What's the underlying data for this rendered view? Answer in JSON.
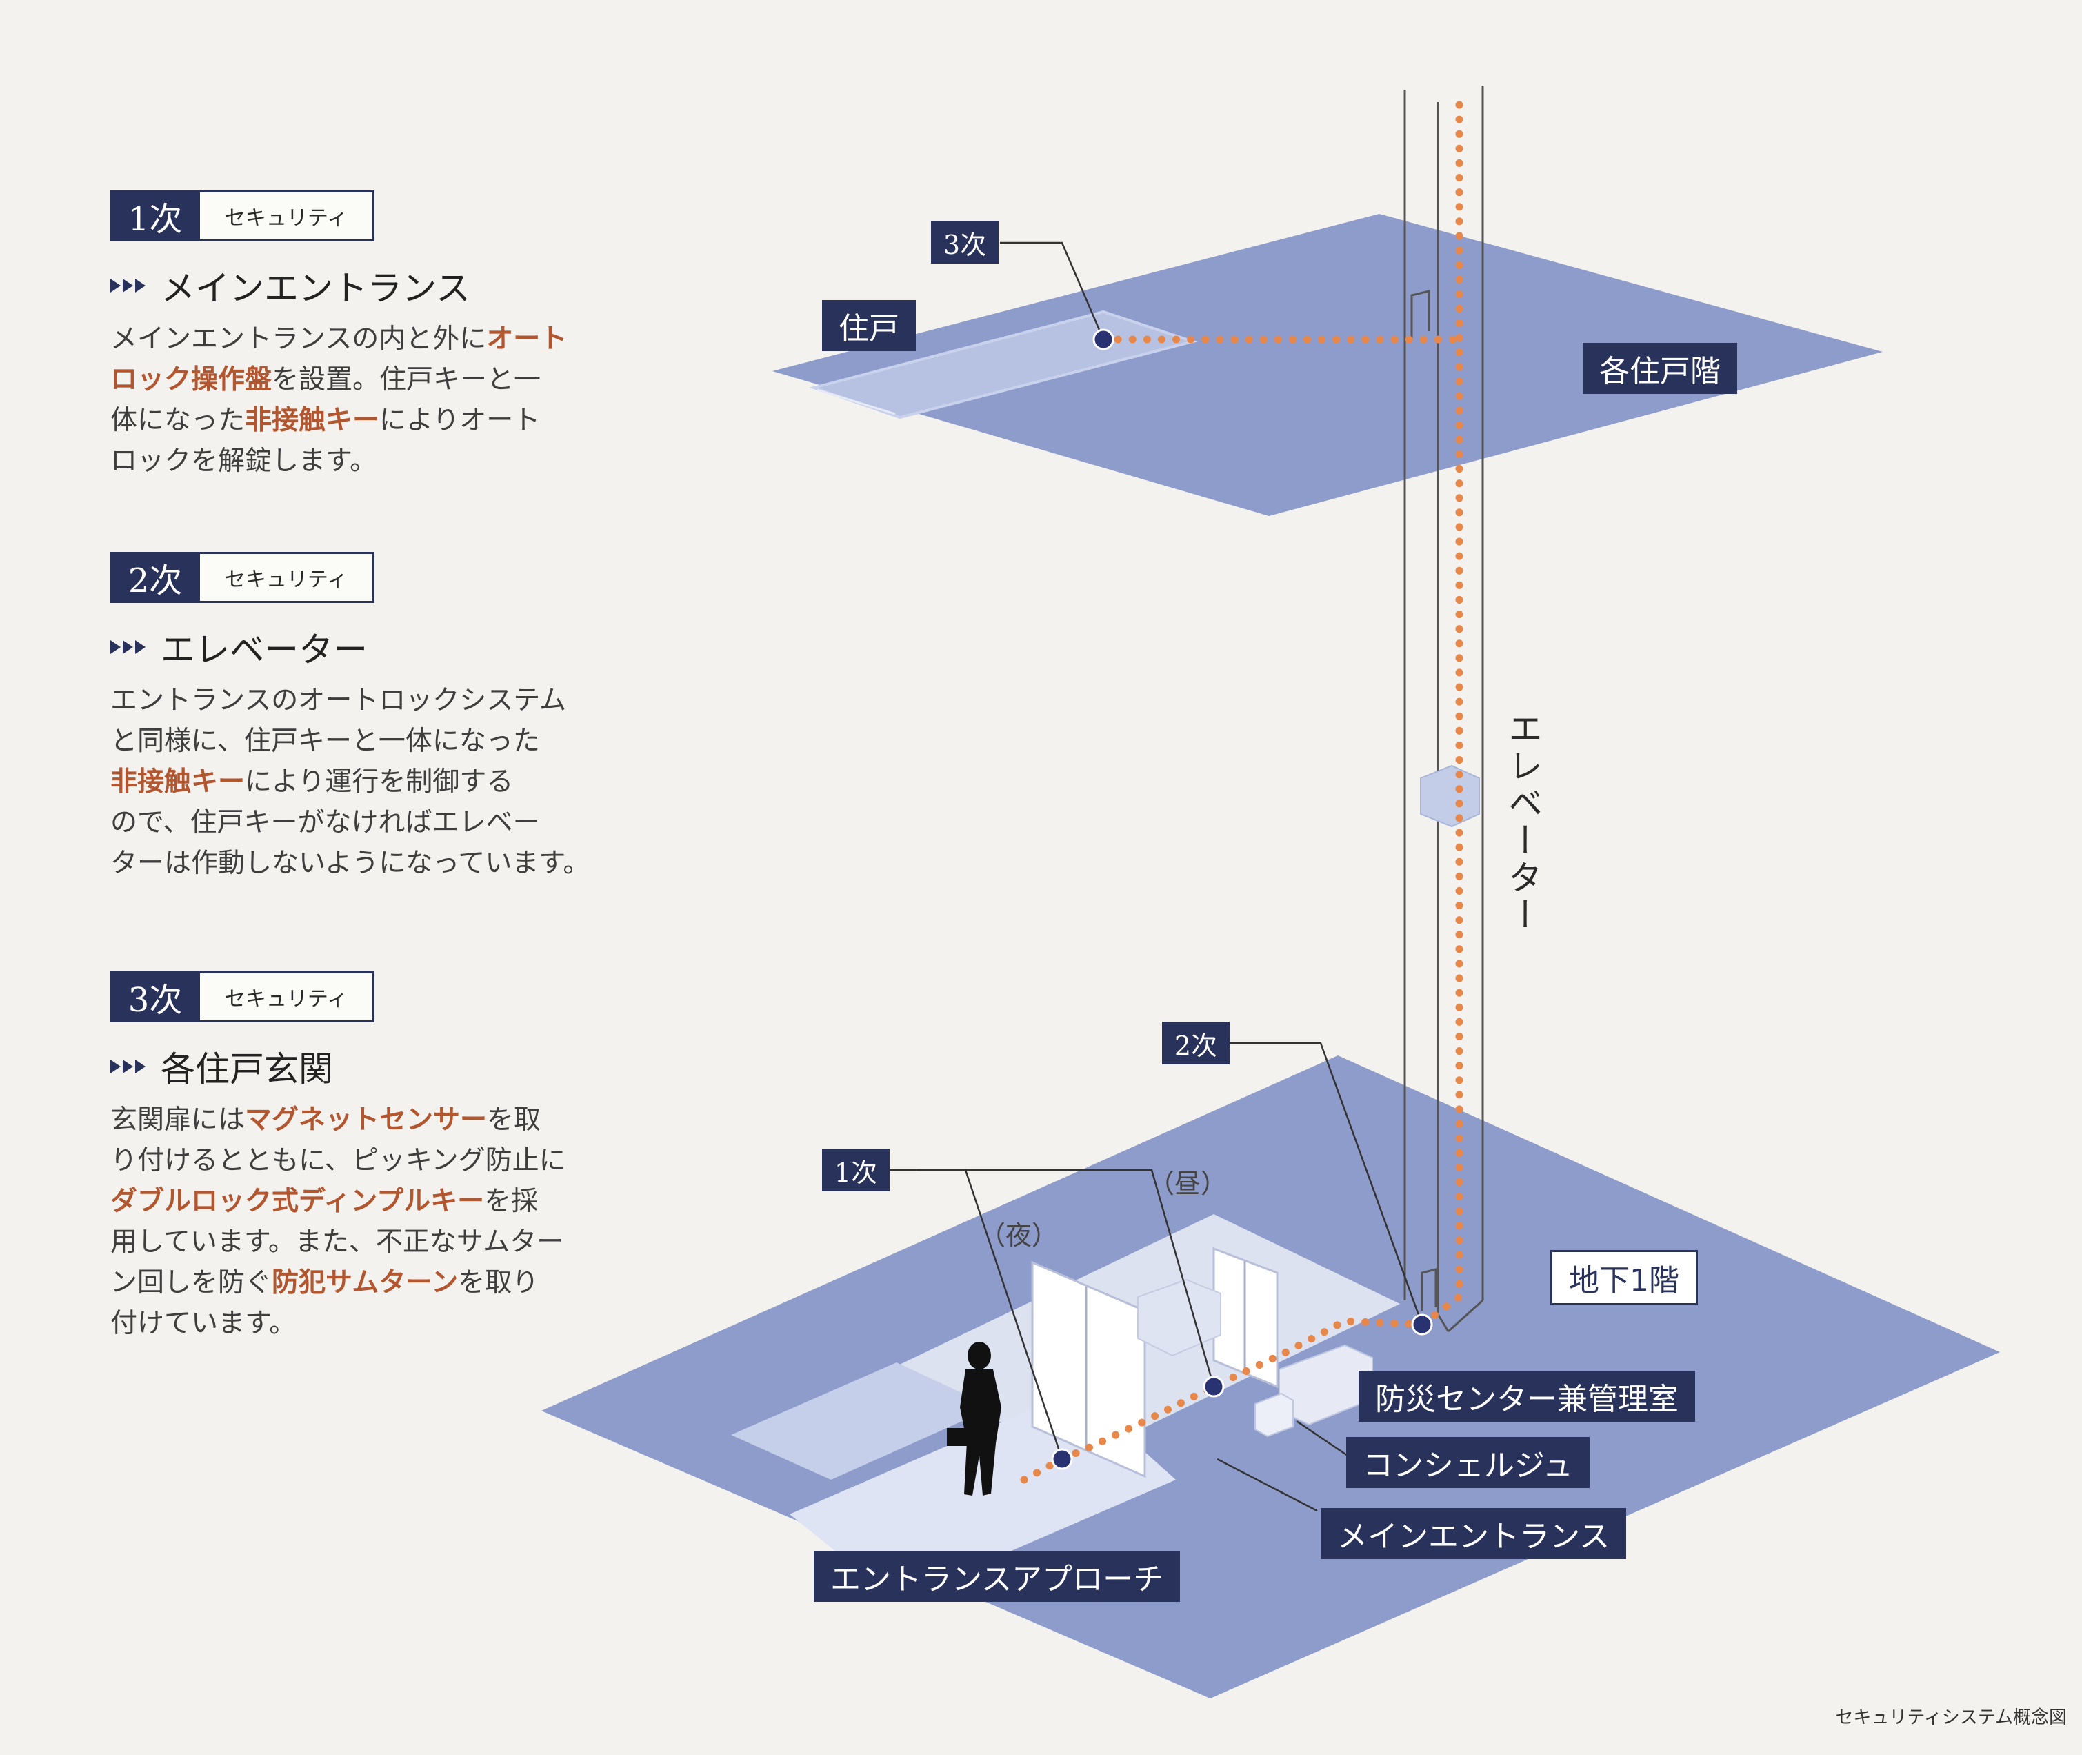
{
  "sections": [
    {
      "num": "1次",
      "label": "セキュリティ",
      "title": "メインエントランス",
      "lines": [
        [
          {
            "t": "メインエントランスの内と外に"
          },
          {
            "t": "オート",
            "hl": true
          }
        ],
        [
          {
            "t": "ロック操作盤",
            "hl": true
          },
          {
            "t": "を設置。住戸キーと一"
          }
        ],
        [
          {
            "t": "体になった"
          },
          {
            "t": "非接触キー",
            "hl": true
          },
          {
            "t": "によりオート"
          }
        ],
        [
          {
            "t": "ロックを解錠します。"
          }
        ]
      ]
    },
    {
      "num": "2次",
      "label": "セキュリティ",
      "title": "エレベーター",
      "lines": [
        [
          {
            "t": "エントランスのオートロックシステム"
          }
        ],
        [
          {
            "t": "と同様に、住戸キーと一体になった"
          }
        ],
        [
          {
            "t": "非接触キー",
            "hl": true
          },
          {
            "t": "により運行を制御する"
          }
        ],
        [
          {
            "t": "ので、住戸キーがなければエレベー"
          }
        ],
        [
          {
            "t": "ターは作動しないようになっています。"
          }
        ]
      ]
    },
    {
      "num": "3次",
      "label": "セキュリティ",
      "title": "各住戸玄関",
      "lines": [
        [
          {
            "t": "玄関扉には"
          },
          {
            "t": "マグネットセンサー",
            "hl": true
          },
          {
            "t": "を取"
          }
        ],
        [
          {
            "t": "り付けるとともに、ピッキング防止に"
          }
        ],
        [
          {
            "t": "ダブルロック式ディンプルキー",
            "hl": true
          },
          {
            "t": "を採"
          }
        ],
        [
          {
            "t": "用しています。また、不正なサムター"
          }
        ],
        [
          {
            "t": "ン回しを防ぐ"
          },
          {
            "t": "防犯サムターン",
            "hl": true
          },
          {
            "t": "を取り"
          }
        ],
        [
          {
            "t": "付けています。"
          }
        ]
      ]
    }
  ],
  "diagram": {
    "tags": {
      "jyuko": "住戸",
      "kakujyukokai": "各住戸階",
      "chika1kai": "地下1階",
      "bousai": "防災センター兼管理室",
      "concierge": "コンシェルジュ",
      "main_entrance": "メインエントランス",
      "approach": "エントランスアプローチ"
    },
    "nums": {
      "n1": "1次",
      "n2": "2次",
      "n3": "3次"
    },
    "parens": {
      "hiru": "（昼）",
      "yoru": "（夜）"
    },
    "elevator_label": "エレベーター"
  },
  "caption": "セキュリティシステム概念図",
  "colors": {
    "navy": "#28325a",
    "floor": "#8d9ccb",
    "accent": "#b25630",
    "dots": "#e8874a"
  }
}
